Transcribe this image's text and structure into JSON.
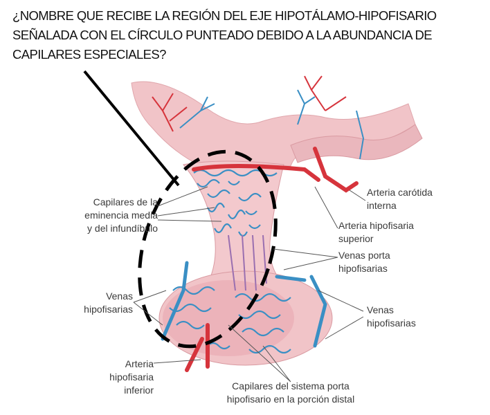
{
  "question": {
    "lines": [
      "¿NOMBRE QUE RECIBE LA REGIÓN  DEL EJE HIPOTÁLAMO-HIPOFISARIO",
      "SEÑALADA CON EL CÍRCULO PUNTEADO  DEBIDO A  LA ABUNDANCIA DE",
      "CAPILARES ESPECIALES?"
    ]
  },
  "labels": {
    "capilares_eminencia": [
      "Capilares de la",
      "eminencia media",
      "y del infundíbulo"
    ],
    "venas_hipofisarias_left": [
      "Venas",
      "hipofisarias"
    ],
    "arteria_inferior": [
      "Arteria",
      "hipofisaria",
      "inferior"
    ],
    "capilares_porta": [
      "Capilares del sistema porta",
      "hipofisario en la porción distal"
    ],
    "arteria_carotida": [
      "Arteria carótida",
      "interna"
    ],
    "arteria_superior": [
      "Arteria hipofisaria",
      "superior"
    ],
    "venas_porta": [
      "Venas  porta",
      "hipofisarias"
    ],
    "venas_hipofisarias_right": [
      "Venas",
      "hipofisarias"
    ]
  },
  "colors": {
    "artery": "#d6343c",
    "vein": "#3a8fc4",
    "tissue": "#f1c4c8",
    "tissue_dark": "#e6a3aa"
  }
}
